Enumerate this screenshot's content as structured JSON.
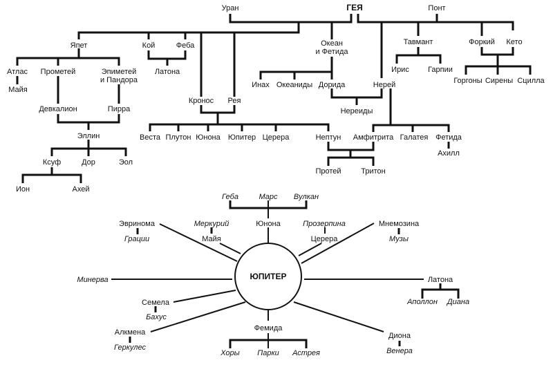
{
  "title": "Genealogy of the Greco-Roman gods",
  "colors": {
    "ink": "#111111",
    "background": "#ffffff"
  },
  "top_tree": {
    "gaia": "ГЕЯ",
    "uranus": "Уран",
    "pontus": "Понт",
    "iapetus": "Япет",
    "coeus": "Кой",
    "phoebe": "Феба",
    "oceanus_tethys": [
      "Океан",
      "и Фетида"
    ],
    "atlas": "Атлас",
    "maia_top": "Майя",
    "prometheus": "Прометей",
    "epimetheus_pandora": [
      "Эпиметей",
      "и Пандора"
    ],
    "latona_top": "Латона",
    "deucalion": "Девкалион",
    "pyrrha": "Пирра",
    "hellen": "Эллин",
    "xuthus": "Ксуф",
    "dorus": "Дор",
    "aeolus": "Эол",
    "ion": "Ион",
    "achaeus": "Ахей",
    "cronus": "Кронос",
    "rhea": "Рея",
    "cronus_children": [
      "Веста",
      "Плутон",
      "Юнона",
      "Юпитер",
      "Церера",
      "Нептун"
    ],
    "inachus": "Инах",
    "oceanids": "Океаниды",
    "doris": "Дорида",
    "nereus": "Нерей",
    "nereids": "Нереиды",
    "thaumas": "Тавмант",
    "iris": "Ирис",
    "harpies": "Гарпии",
    "phorcys": "Форкий",
    "ceto": "Кето",
    "phorcys_children": [
      "Горгоны",
      "Сирены",
      "Сцилла"
    ],
    "amphitrite": "Амфитрита",
    "galatea": "Галатея",
    "thetis": "Фетида",
    "achilles": "Ахилл",
    "proteus": "Протей",
    "triton": "Тритон"
  },
  "jupiter_diagram": {
    "center": "ЮПИТЕР",
    "juno": "Юнона",
    "juno_children": [
      "Геба",
      "Марс",
      "Вулкан"
    ],
    "maia": "Майя",
    "mercury": "Меркурий",
    "eurynome": "Эвринома",
    "graces": "Грации",
    "ceres": "Церера",
    "proserpina": "Прозерпина",
    "mnemosyne": "Мнемозина",
    "muses": "Музы",
    "minerva": "Минерва",
    "latona": "Латона",
    "latona_children": [
      "Аполлон",
      "Диана"
    ],
    "semele": "Семела",
    "bacchus": "Бахус",
    "alcmene": "Алкмена",
    "hercules": "Геркулес",
    "themis": "Фемида",
    "themis_children": [
      "Хоры",
      "Парки",
      "Астрея"
    ],
    "dione": "Диона",
    "venus": "Венера"
  }
}
